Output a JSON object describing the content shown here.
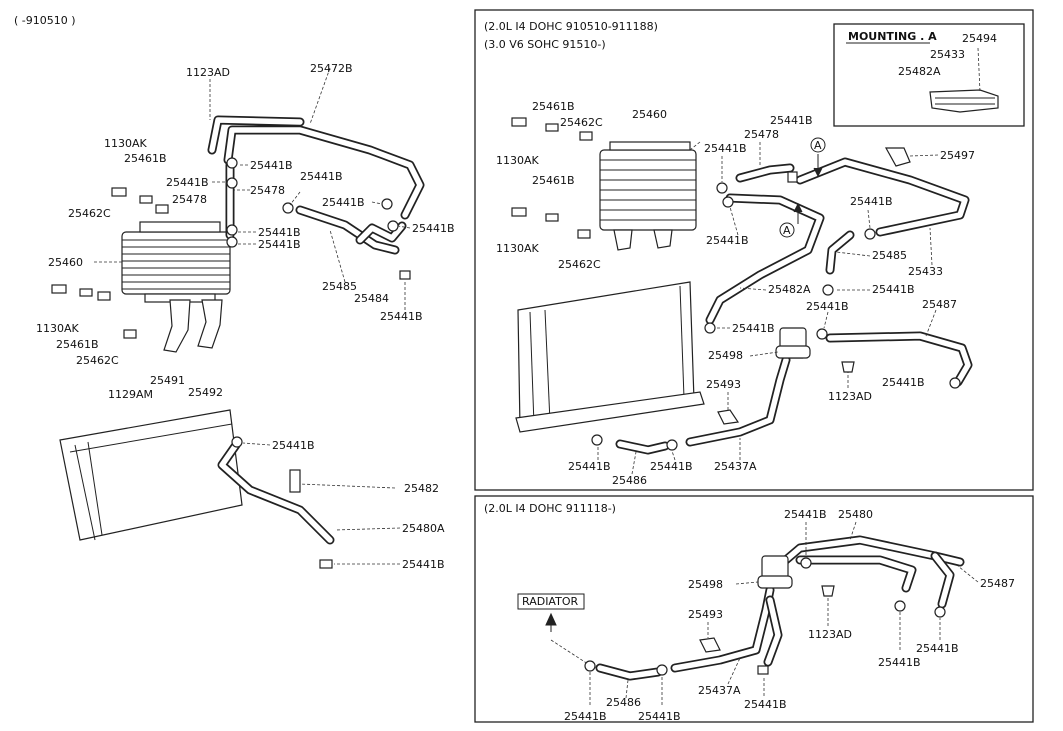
{
  "sections": {
    "left": {
      "header": "( -910510 )",
      "labels": [
        "1123AD",
        "25472B",
        "1130AK",
        "25461B",
        "25441B",
        "25441B",
        "25478",
        "25478",
        "25441B",
        "25462C",
        "25441B",
        "25441B",
        "25441B",
        "25441B",
        "25460",
        "25485",
        "25484",
        "25441B",
        "1130AK",
        "25461B",
        "25462C",
        "1129AM",
        "25491",
        "25492",
        "25441B",
        "25482",
        "25480A",
        "25441B"
      ]
    },
    "top_right": {
      "header_line1": "(2.0L I4 DOHC 910510-911188)",
      "header_line2": "(3.0 V6 SOHC 91510-)",
      "mounting": {
        "title": "MOUNTING . A",
        "labels": [
          "25494",
          "25433",
          "25482A"
        ]
      },
      "labels": [
        "25461B",
        "25460",
        "25462C",
        "1130AK",
        "25441B",
        "25478",
        "25461B",
        "25441B",
        "25497",
        "25441B",
        "1130AK",
        "25462C",
        "25441B",
        "25485",
        "25433",
        "25482A",
        "25441B",
        "25441B",
        "25487",
        "25441B",
        "25498",
        "25493",
        "1123AD",
        "25441B",
        "25441B",
        "25437A",
        "25486",
        "25441B"
      ],
      "callouts": [
        "A",
        "A"
      ]
    },
    "bottom_right": {
      "header": "(2.0L I4 DOHC 911118-)",
      "radiator_label": "RADIATOR",
      "labels": [
        "25441B",
        "25480",
        "25498",
        "25487",
        "25493",
        "1123AD",
        "25441B",
        "25441B",
        "25437A",
        "25441B",
        "25486",
        "25441B",
        "25441B"
      ]
    }
  }
}
